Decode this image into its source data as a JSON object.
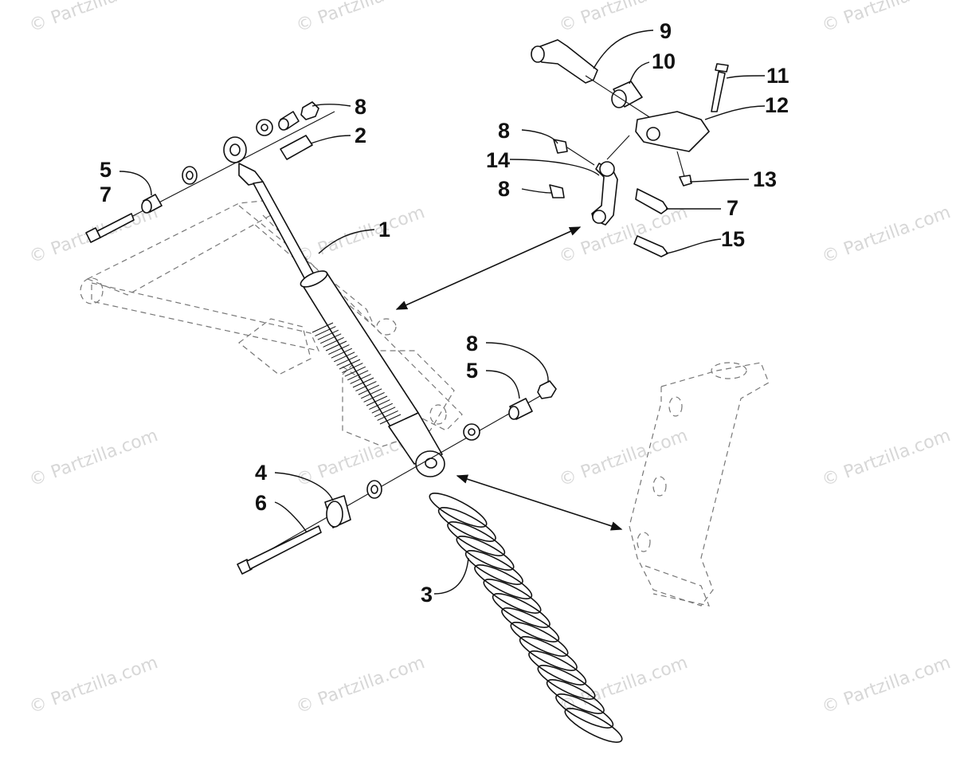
{
  "watermark": "© Partzilla.com",
  "callouts": [
    {
      "id": "c8a",
      "text": "8"
    },
    {
      "id": "c2",
      "text": "2"
    },
    {
      "id": "c5a",
      "text": "5"
    },
    {
      "id": "c7a",
      "text": "7"
    },
    {
      "id": "c1",
      "text": "1"
    },
    {
      "id": "c9",
      "text": "9"
    },
    {
      "id": "c10",
      "text": "10"
    },
    {
      "id": "c11",
      "text": "11"
    },
    {
      "id": "c12",
      "text": "12"
    },
    {
      "id": "c8b",
      "text": "8"
    },
    {
      "id": "c14",
      "text": "14"
    },
    {
      "id": "c8c",
      "text": "8"
    },
    {
      "id": "c13",
      "text": "13"
    },
    {
      "id": "c7b",
      "text": "7"
    },
    {
      "id": "c15",
      "text": "15"
    },
    {
      "id": "c8d",
      "text": "8"
    },
    {
      "id": "c5b",
      "text": "5"
    },
    {
      "id": "c4",
      "text": "4"
    },
    {
      "id": "c6",
      "text": "6"
    },
    {
      "id": "c3",
      "text": "3"
    }
  ]
}
